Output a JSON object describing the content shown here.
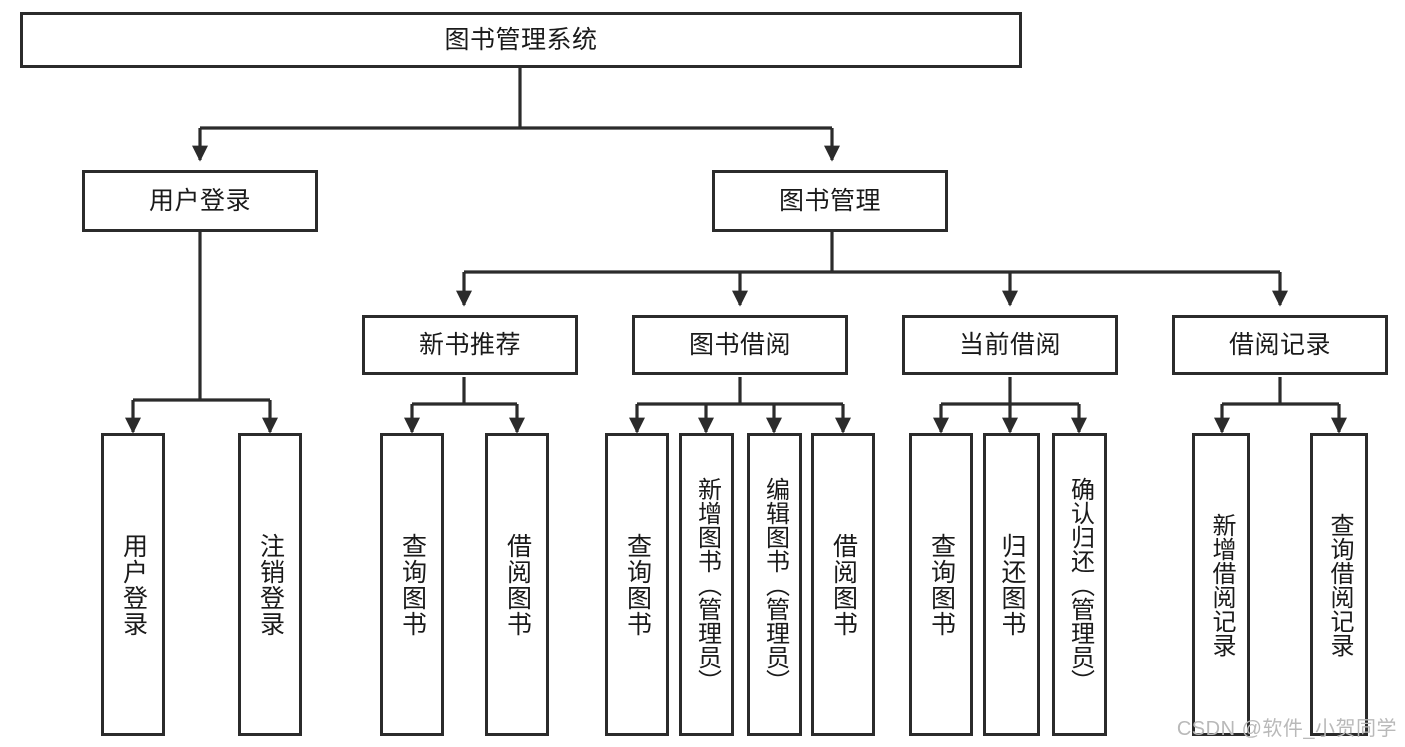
{
  "diagram": {
    "title": "图书管理系统",
    "watermark": "CSDN @软件_小贺同学",
    "type": "tree-hierarchy-diagram",
    "colors": {
      "box_border": "#2b2b2b",
      "box_fill": "#ffffff",
      "connector": "#2b2b2b",
      "text": "#1a1a1a",
      "watermark": "#b9b9b9",
      "background": "#ffffff"
    },
    "root": {
      "label": "图书管理系统"
    },
    "level2": [
      {
        "label": "用户登录"
      },
      {
        "label": "图书管理"
      }
    ],
    "level3": [
      {
        "label": "新书推荐"
      },
      {
        "label": "图书借阅"
      },
      {
        "label": "当前借阅"
      },
      {
        "label": "借阅记录"
      }
    ],
    "leaves": {
      "user_login": [
        {
          "label": "用户登录"
        },
        {
          "label": "注销登录"
        }
      ],
      "new_book_recommend": [
        {
          "label": "查询图书"
        },
        {
          "label": "借阅图书"
        }
      ],
      "book_borrow": [
        {
          "label": "查询图书"
        },
        {
          "label": "新增图书（管理员）"
        },
        {
          "label": "编辑图书（管理员）"
        },
        {
          "label": "借阅图书"
        }
      ],
      "current_borrow": [
        {
          "label": "查询图书"
        },
        {
          "label": "归还图书"
        },
        {
          "label": "确认归还（管理员）"
        }
      ],
      "borrow_record": [
        {
          "label": "新增借阅记录"
        },
        {
          "label": "查询借阅记录"
        }
      ]
    }
  }
}
